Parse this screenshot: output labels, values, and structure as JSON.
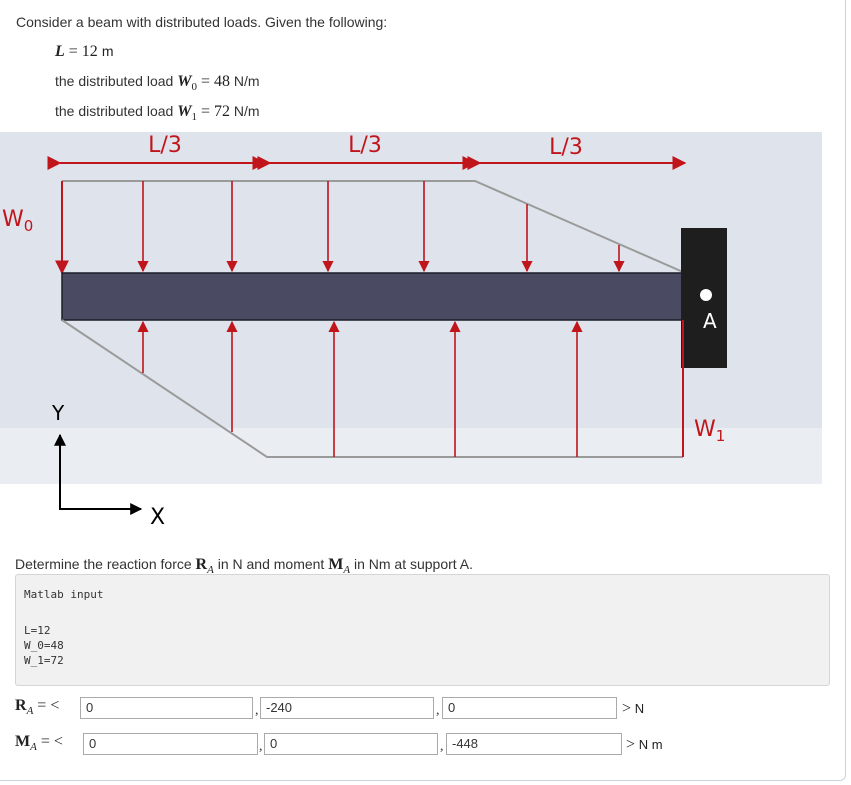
{
  "question": {
    "intro": "Consider a beam with distributed loads. Given the following:",
    "L_symbol": "L",
    "L_value": "= 12",
    "L_unit": "m",
    "w0_prefix": "the distributed load",
    "w0_symbol": "W",
    "w0_sub": "0",
    "w0_value": "= 48",
    "w0_unit": "N/m",
    "w1_prefix": "the distributed load",
    "w1_symbol": "W",
    "w1_sub": "1",
    "w1_value": "= 72",
    "w1_unit": "N/m",
    "prompt_a": "Determine the reaction force",
    "prompt_RA": "R",
    "prompt_RA_sub": "A",
    "prompt_b": "in N and moment",
    "prompt_MA": "M",
    "prompt_MA_sub": "A",
    "prompt_c": "in Nm at support A."
  },
  "diagram": {
    "seg1": "L/3",
    "seg2": "L/3",
    "seg3": "L/3",
    "w0_label": "W",
    "w0_sub": "0",
    "w1_label": "W",
    "w1_sub": "1",
    "support_label": "A",
    "axis_y": "Y",
    "axis_x": "X",
    "colors": {
      "arrow": "#c0151b",
      "beam": "#4a4a62",
      "support": "#1e1e1e",
      "bg": "#dfe4ec",
      "load_line": "#9a9a9a"
    }
  },
  "matlab": {
    "header": "Matlab input",
    "lines": [
      "L=12",
      "W_0=48",
      "W_1=72"
    ]
  },
  "answers": {
    "RA_label": "R",
    "RA_sub": "A",
    "RA_eq": "= <",
    "RA_values": [
      "0",
      "-240",
      "0"
    ],
    "RA_unit": "N",
    "MA_label": "M",
    "MA_sub": "A",
    "MA_eq": "= <",
    "MA_values": [
      "0",
      "0",
      "-448"
    ],
    "MA_unit": "N m",
    "close": ">"
  }
}
